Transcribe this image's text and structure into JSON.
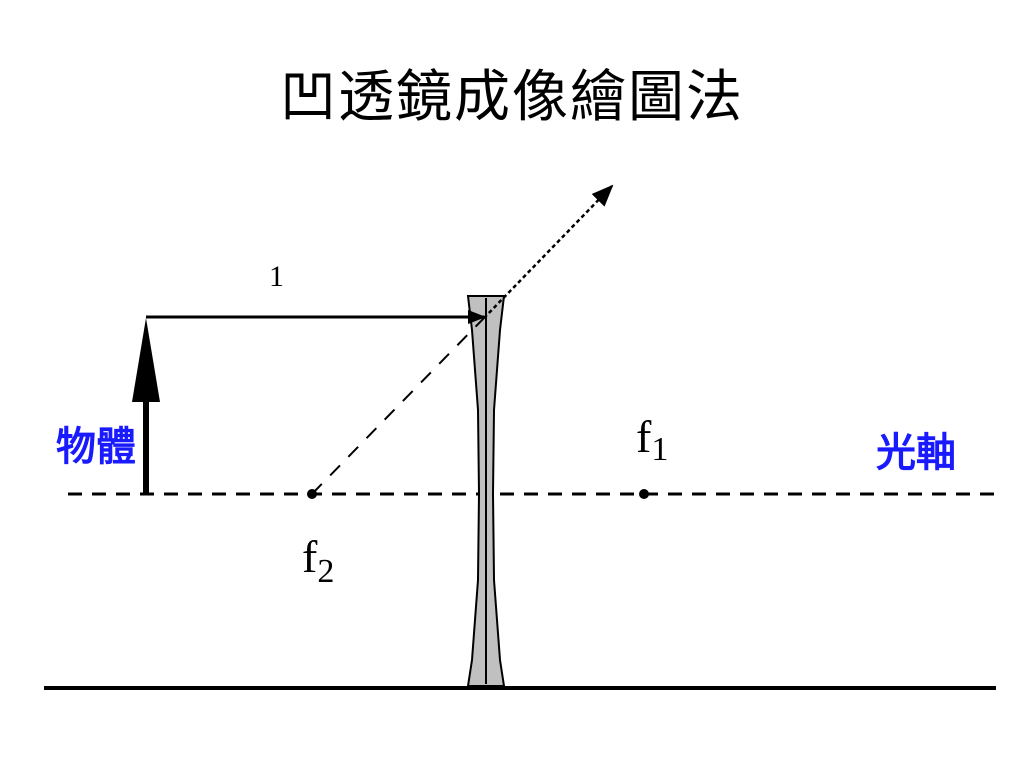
{
  "title": "凹透鏡成像繪圖法",
  "labels": {
    "object": "物體",
    "optical_axis": "光軸",
    "focal_1": "f",
    "focal_1_sub": "1",
    "focal_2": "f",
    "focal_2_sub": "2",
    "ray_number": "1"
  },
  "colors": {
    "label_blue": "#1a1aff",
    "lens_fill": "#c0c0c0",
    "line": "#000000"
  }
}
